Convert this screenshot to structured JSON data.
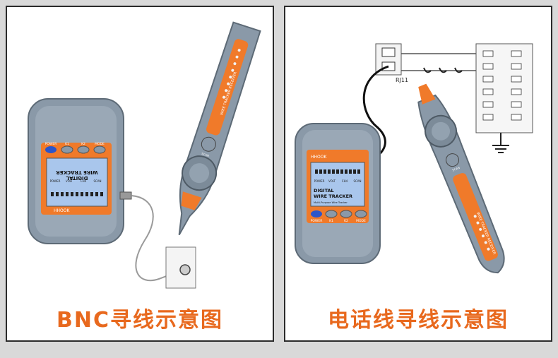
{
  "left_panel": {
    "caption": "BNC寻线示意图",
    "transmitter": {
      "brand": "HHOOK",
      "screen_title_top": "DIGITAL",
      "screen_title_bottom": "WIRE TRACKER",
      "button_labels": [
        "POWER",
        "K1",
        "K2",
        "MODE"
      ],
      "led_labels": [
        "POWER",
        "VOLT",
        "CH4",
        "SCAN"
      ]
    }
  },
  "right_panel": {
    "caption": "电话线寻线示意图",
    "jack_label": "RJ11",
    "transmitter": {
      "brand": "HHOOK",
      "screen_title_top": "DIGITAL",
      "screen_title_bottom": "WIRE TRACKER",
      "subtitle": "Multi-Purpose Wire Tracker",
      "button_labels": [
        "POWER",
        "K1",
        "K2",
        "MODE"
      ],
      "led_labels": [
        "POWER",
        "VOLT",
        "CH4",
        "SCAN"
      ]
    }
  },
  "receiver": {
    "side_text": "WIRE TRACKER RECEIVER",
    "button_label": "SCAN"
  },
  "colors": {
    "device_body": "#8a99a8",
    "accent_orange": "#f07a2a",
    "screen_blue": "#a9c6ec",
    "caption_orange": "#e8691e"
  }
}
